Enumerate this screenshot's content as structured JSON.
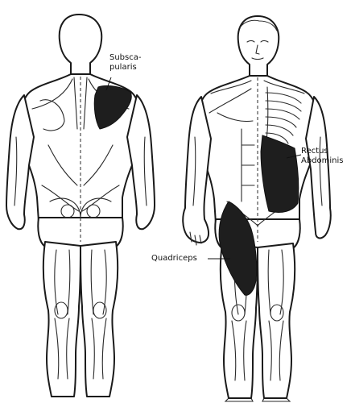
{
  "labels": {
    "subscapularis_line1": "Subsca-",
    "subscapularis_line2": "pularis",
    "rectus_line1": "Rectus",
    "rectus_line2": "Abdominis",
    "quadriceps": "Quadriceps"
  },
  "colors": {
    "muscle_fill": "#1e1e1e",
    "outline": "#1a1a1a",
    "background": "#ffffff"
  }
}
